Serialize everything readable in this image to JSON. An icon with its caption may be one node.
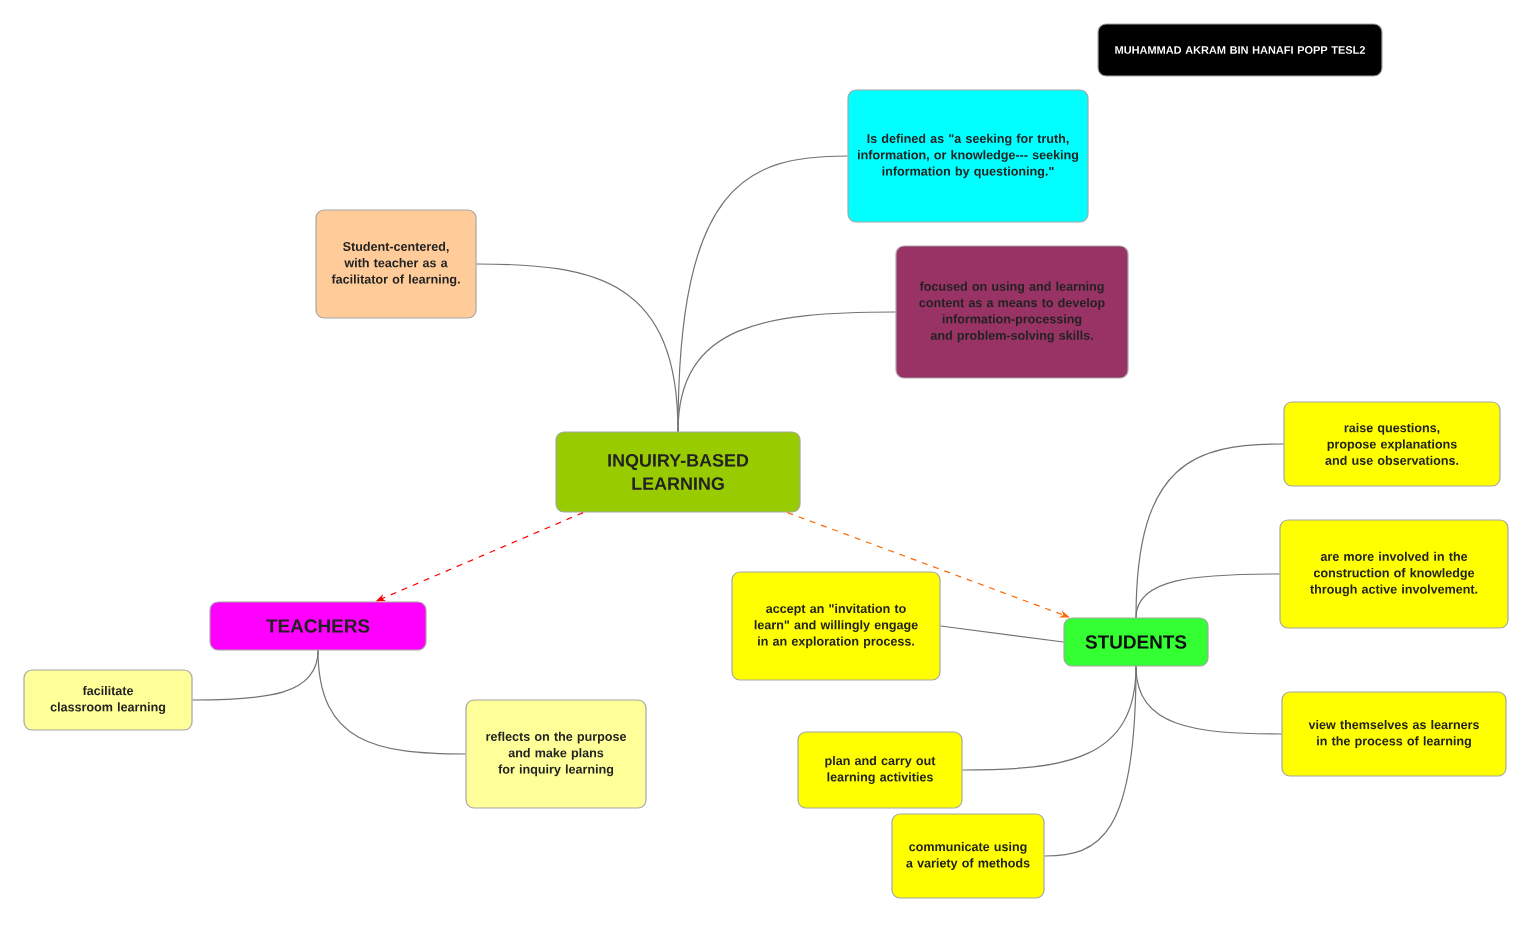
{
  "diagram": {
    "nodes": [
      {
        "text": [
          "MUHAMMAD AKRAM BIN HANAFI POPP TESL2"
        ]
      },
      {
        "text": [
          "INQUIRY-BASED LEARNING"
        ]
      },
      {
        "text": [
          "Student-centered, with teacher as a facilitator of learning."
        ]
      },
      {
        "text": [
          "Is defined as \"a seeking for truth, information, or knowledge--- seeking information by questioning.\""
        ]
      },
      {
        "text": [
          "focused on using and learning content as a means to develop information-processing and problem-solving skills."
        ]
      },
      {
        "text": [
          "TEACHERS"
        ]
      },
      {
        "text": [
          "facilitate classroom learning"
        ]
      },
      {
        "text": [
          "reflects on the purpose and make plans for inquiry learning"
        ]
      },
      {
        "text": [
          "STUDENTS"
        ]
      },
      {
        "text": [
          "raise questions, propose explanations and use observations."
        ]
      },
      {
        "text": [
          "are more involved in the construction of knowledge through active involvement."
        ]
      },
      {
        "text": [
          "view themselves as learners in the process of learning"
        ]
      },
      {
        "text": [
          "accept an \"invitation to learn\" and willingly engage in an exploration process."
        ]
      },
      {
        "text": [
          "plan and carry out learning activities"
        ]
      },
      {
        "text": [
          "communicate using a variety of methods"
        ]
      }
    ],
    "edges": [
      {
        "from": 1,
        "to": 2,
        "arrow": "none"
      },
      {
        "from": 1,
        "to": 3,
        "arrow": "none"
      },
      {
        "from": 1,
        "to": 4,
        "arrow": "none"
      },
      {
        "from": 1,
        "to": 5,
        "arrow": "to",
        "style": "dashed",
        "color": "#ff0000"
      },
      {
        "from": 1,
        "to": 8,
        "arrow": "to",
        "style": "dashed",
        "color": "#ff6600"
      },
      {
        "from": 5,
        "to": 6,
        "arrow": "none"
      },
      {
        "from": 5,
        "to": 7,
        "arrow": "none"
      },
      {
        "from": 8,
        "to": 9,
        "arrow": "none"
      },
      {
        "from": 8,
        "to": 10,
        "arrow": "none"
      },
      {
        "from": 8,
        "to": 11,
        "arrow": "none"
      },
      {
        "from": 8,
        "to": 12,
        "arrow": "none"
      },
      {
        "from": 8,
        "to": 13,
        "arrow": "none"
      },
      {
        "from": 8,
        "to": 14,
        "arrow": "none"
      }
    ]
  }
}
